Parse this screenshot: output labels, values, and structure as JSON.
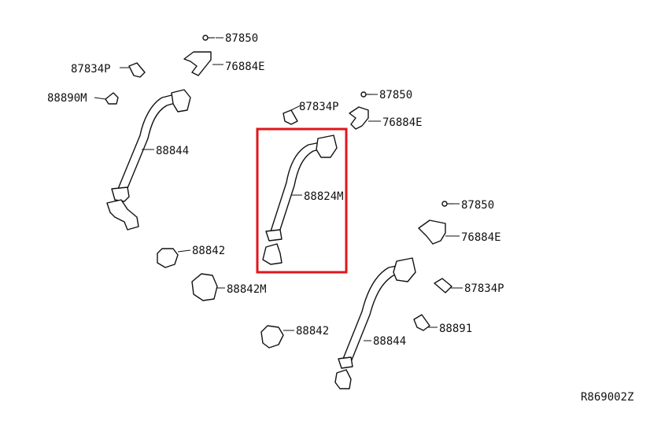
{
  "callouts": {
    "c1": "87850",
    "c2": "76884E",
    "c3": "87834P",
    "c4": "88890M",
    "c5": "88844",
    "c6": "88842",
    "c7": "88842M",
    "c8": "87834P",
    "c9": "87850",
    "c10": "76884E",
    "c11": "88824M",
    "c12": "87850",
    "c13": "76884E",
    "c14": "87834P",
    "c15": "88891",
    "c16": "88842",
    "c17": "88844"
  },
  "diagram_code": "R869002Z",
  "highlight_color": "#e0161b"
}
